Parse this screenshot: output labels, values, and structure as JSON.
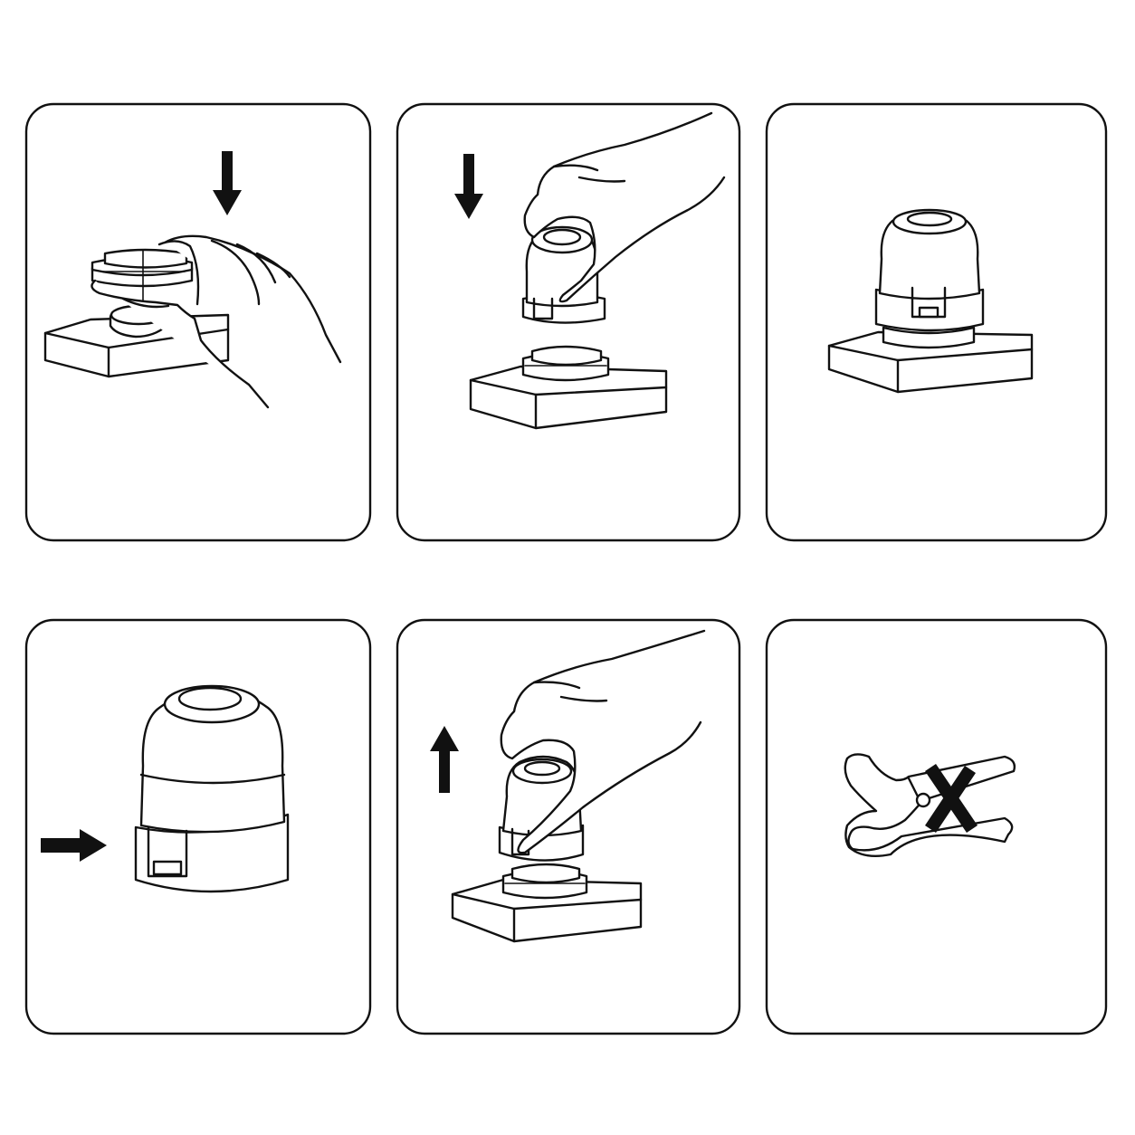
{
  "colors": {
    "background": "#ffffff",
    "ink": "#111111"
  },
  "panels": [
    {
      "id": "step-1",
      "icons": [
        "down-arrow-icon",
        "hand-icon",
        "adapter-ring-icon",
        "mounting-block-icon"
      ]
    },
    {
      "id": "step-2",
      "icons": [
        "down-arrow-icon",
        "hand-icon",
        "actuator-icon",
        "adapter-ring-icon",
        "mounting-block-icon"
      ]
    },
    {
      "id": "step-3",
      "icons": [
        "actuator-icon",
        "mounting-block-icon"
      ]
    },
    {
      "id": "step-4",
      "icons": [
        "right-arrow-icon",
        "actuator-icon",
        "locking-clip-icon"
      ]
    },
    {
      "id": "step-5",
      "icons": [
        "up-arrow-icon",
        "hand-icon",
        "actuator-icon",
        "adapter-ring-icon",
        "mounting-block-icon"
      ]
    },
    {
      "id": "step-6",
      "icons": [
        "wrench-icon",
        "prohibited-cross-icon"
      ]
    }
  ]
}
